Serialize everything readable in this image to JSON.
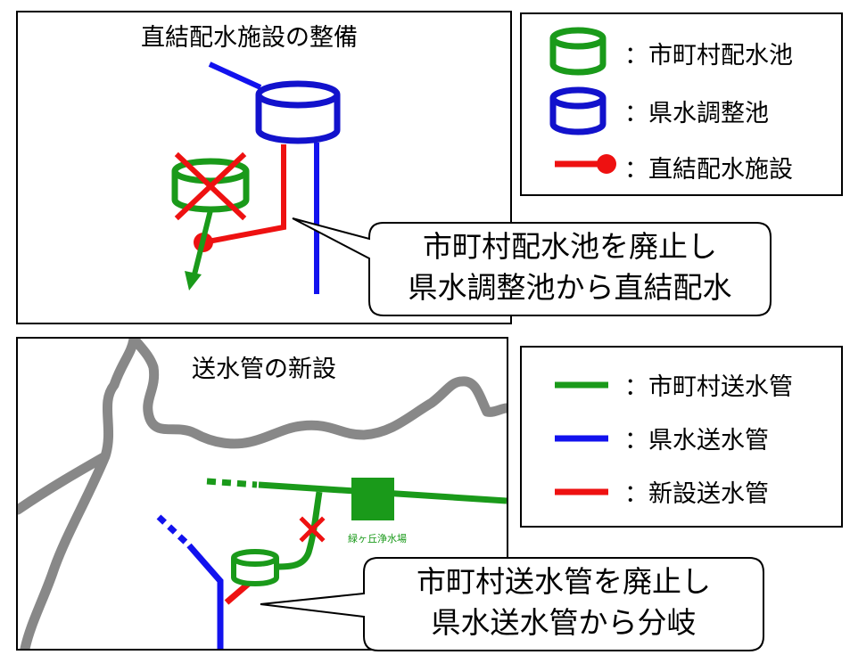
{
  "top_panel": {
    "title": "直結配水施設の整備",
    "callout": {
      "line1": "市町村配水池を廃止し",
      "line2": "県水調整池から直結配水"
    }
  },
  "top_legend": {
    "items": [
      {
        "label": "：市町村配水池",
        "icon": "green-tank-icon",
        "color": "#1a9a1a"
      },
      {
        "label": "：県水調整池",
        "icon": "blue-tank-icon",
        "color": "#1212cc"
      },
      {
        "label": "：直結配水施設",
        "icon": "red-pipe-dot-icon",
        "color": "#ee1111"
      }
    ]
  },
  "bottom_panel": {
    "title": "送水管の新設",
    "plant_label": "緑ヶ丘浄水場",
    "callout": {
      "line1": "市町村送水管を廃止し",
      "line2": "県水送水管から分岐"
    }
  },
  "bottom_legend": {
    "items": [
      {
        "label": "：市町村送水管",
        "icon": "green-line-icon",
        "color": "#1a9a1a"
      },
      {
        "label": "：県水送水管",
        "icon": "blue-line-icon",
        "color": "#1212ee"
      },
      {
        "label": "：新設送水管",
        "icon": "red-line-icon",
        "color": "#ee1111"
      }
    ]
  }
}
